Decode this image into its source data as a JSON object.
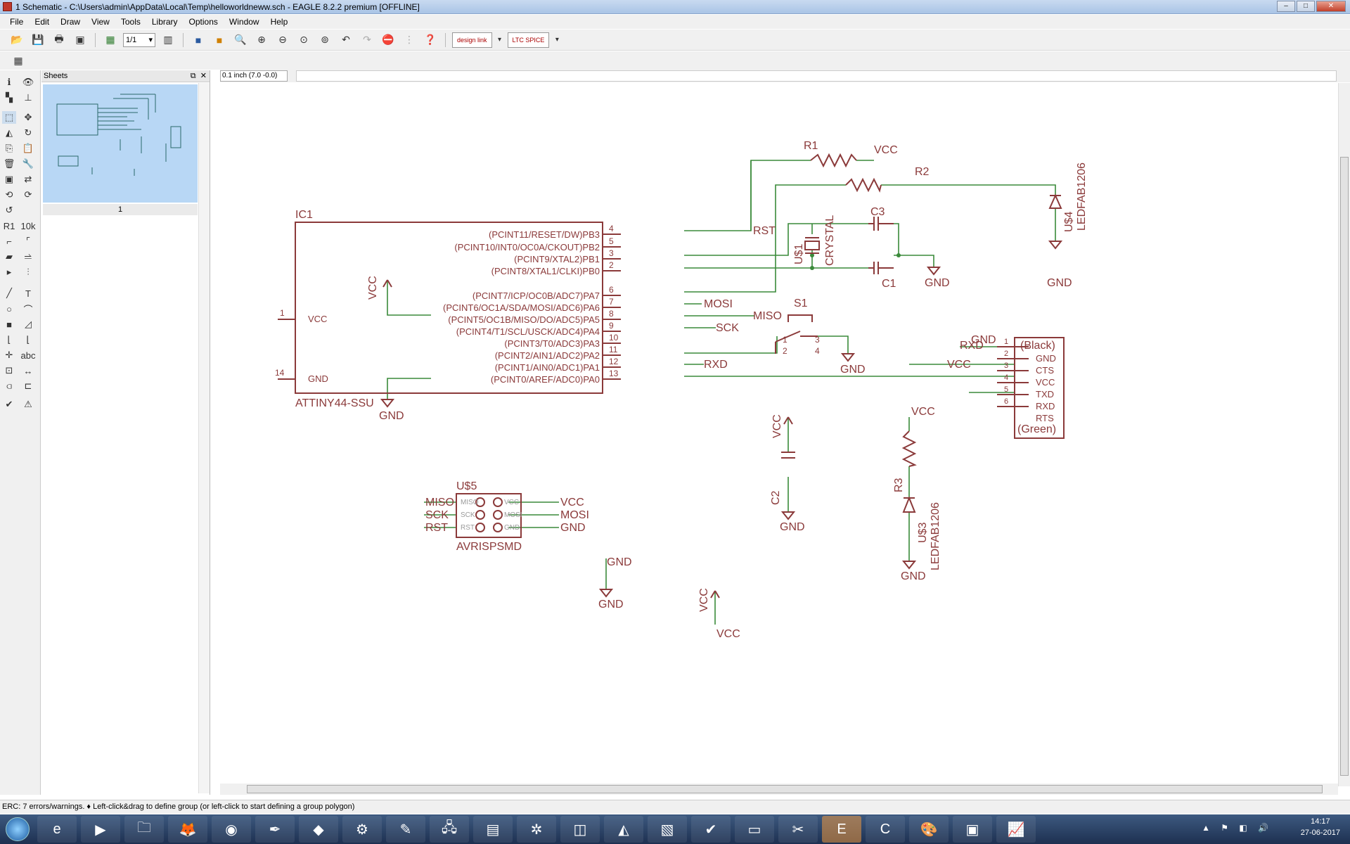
{
  "window": {
    "title": "1 Schematic - C:\\Users\\admin\\AppData\\Local\\Temp\\helloworldneww.sch - EAGLE 8.2.2 premium [OFFLINE]",
    "buttons": [
      "minimize",
      "maximize",
      "close"
    ]
  },
  "menu": [
    "File",
    "Edit",
    "Draw",
    "View",
    "Tools",
    "Library",
    "Options",
    "Window",
    "Help"
  ],
  "toolbar": {
    "sheet_select": "1/1",
    "designlink_label": "design link",
    "ltspice_label": "LTC SPICE"
  },
  "sheets_panel": {
    "title": "Sheets",
    "sheet_number": "1"
  },
  "coord": {
    "grid_value": "0.1 inch (7.0 -0.0)"
  },
  "schematic": {
    "ic1": {
      "name": "IC1",
      "value": "ATTINY44-SSU",
      "vcc_pin": "VCC",
      "gnd_pin": "GND",
      "pin_labels": [
        "(PCINT11/RESET/DW)PB3",
        "(PCINT10/INT0/OC0A/CKOUT)PB2",
        "(PCINT9/XTAL2)PB1",
        "(PCINT8/XTAL1/CLKI)PB0",
        "(PCINT7/ICP/OC0B/ADC7)PA7",
        "(PCINT6/OC1A/SDA/MOSI/ADC6)PA6",
        "(PCINT5/OC1B/MISO/DO/ADC5)PA5",
        "(PCINT4/T1/SCL/USCK/ADC4)PA4",
        "(PCINT3/T0/ADC3)PA3",
        "(PCINT2/AIN1/ADC2)PA2",
        "(PCINT1/AIN0/ADC1)PA1",
        "(PCINT0/AREF/ADC0)PA0"
      ],
      "pin_numbers": [
        "4",
        "5",
        "3",
        "2",
        "6",
        "7",
        "8",
        "9",
        "10",
        "11",
        "12",
        "13"
      ],
      "left_pins": [
        "1",
        "14"
      ]
    },
    "nets": {
      "rst": "RST",
      "mosi": "MOSI",
      "miso": "MISO",
      "sck": "SCK",
      "rxd": "RXD",
      "vcc": "VCC",
      "gnd": "GND"
    },
    "parts": {
      "r1": "R1",
      "r2": "R2",
      "r3": "R3",
      "c1": "C1",
      "c2": "C2",
      "c3": "C3",
      "s1": "S1",
      "u1": "U$1",
      "crystal": "CRYSTAL",
      "u3": "U$3",
      "u4": "U$4",
      "u5": "U$5",
      "led_value": "LEDFAB1206",
      "avr_value": "AVRISPSMD"
    },
    "switch_pins": [
      "1",
      "2",
      "3",
      "4"
    ],
    "ftdi": {
      "top": "(Black)",
      "bottom": "(Green)",
      "pins": [
        "GND",
        "CTS",
        "VCC",
        "TXD",
        "RXD",
        "RTS"
      ],
      "numbers": [
        "1",
        "2",
        "3",
        "4",
        "5",
        "6"
      ]
    },
    "isp": {
      "left_pins": [
        "MISO",
        "SCK",
        "RST"
      ],
      "right_pins": [
        "VCC",
        "MOSI",
        "GND"
      ]
    }
  },
  "status": {
    "text": "ERC: 7 errors/warnings.  ♦ Left-click&drag to define group (or left-click to start defining a group polygon)"
  },
  "clock": {
    "time": "14:17",
    "date": "27-06-2017"
  }
}
